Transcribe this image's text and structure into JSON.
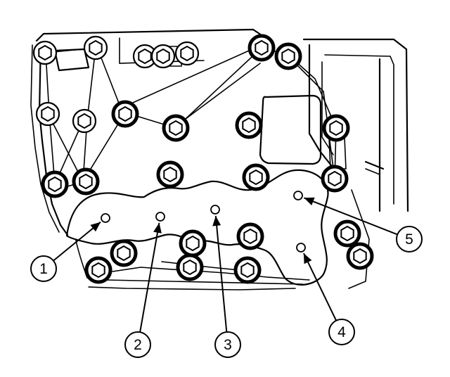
{
  "callouts": [
    {
      "id": "1",
      "label": "1"
    },
    {
      "id": "2",
      "label": "2"
    },
    {
      "id": "3",
      "label": "3"
    },
    {
      "id": "4",
      "label": "4"
    },
    {
      "id": "5",
      "label": "5"
    }
  ],
  "icons": {
    "bolt": "hex-bolt-icon",
    "port": "port-hole-icon"
  },
  "colors": {
    "line": "#000000",
    "background": "#ffffff"
  }
}
